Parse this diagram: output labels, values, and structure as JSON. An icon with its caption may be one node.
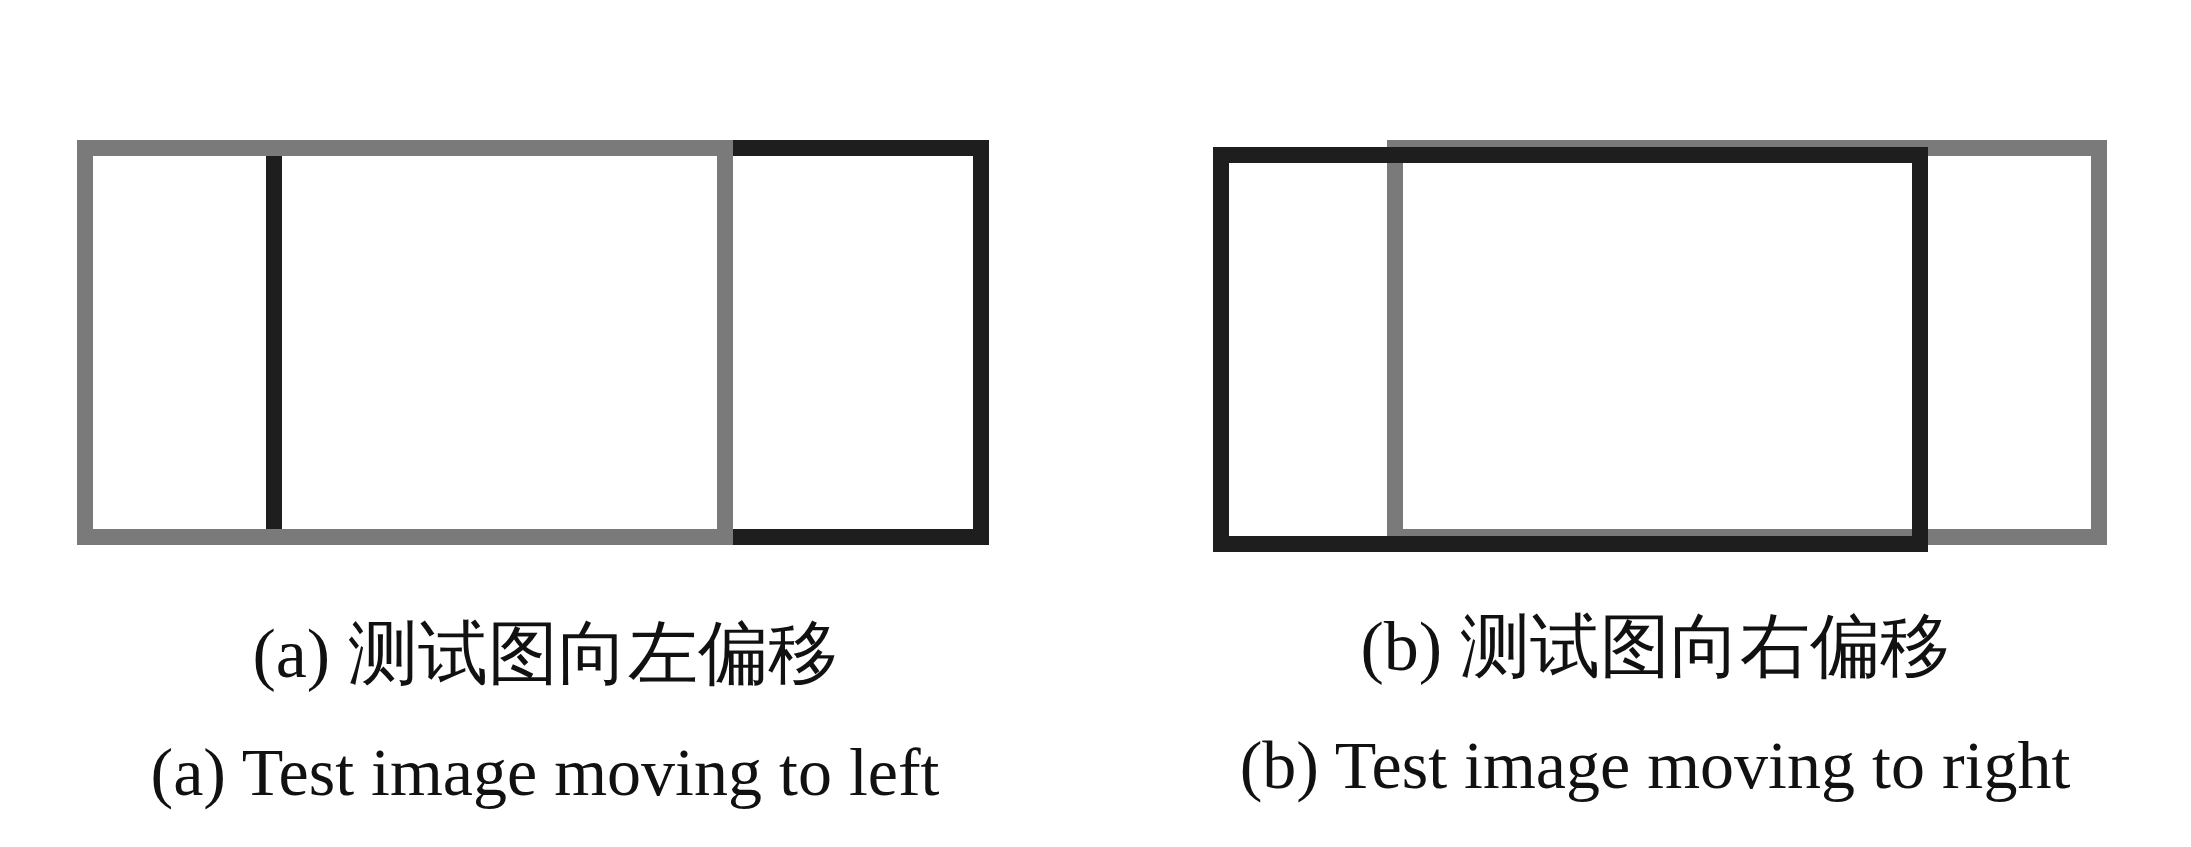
{
  "diagram": {
    "labels": [
      "(a) 测试图向左偏移",
      "(b) 测试图向右偏移",
      "(a) Test image moving to left",
      "(b) Test image moving to right"
    ]
  }
}
